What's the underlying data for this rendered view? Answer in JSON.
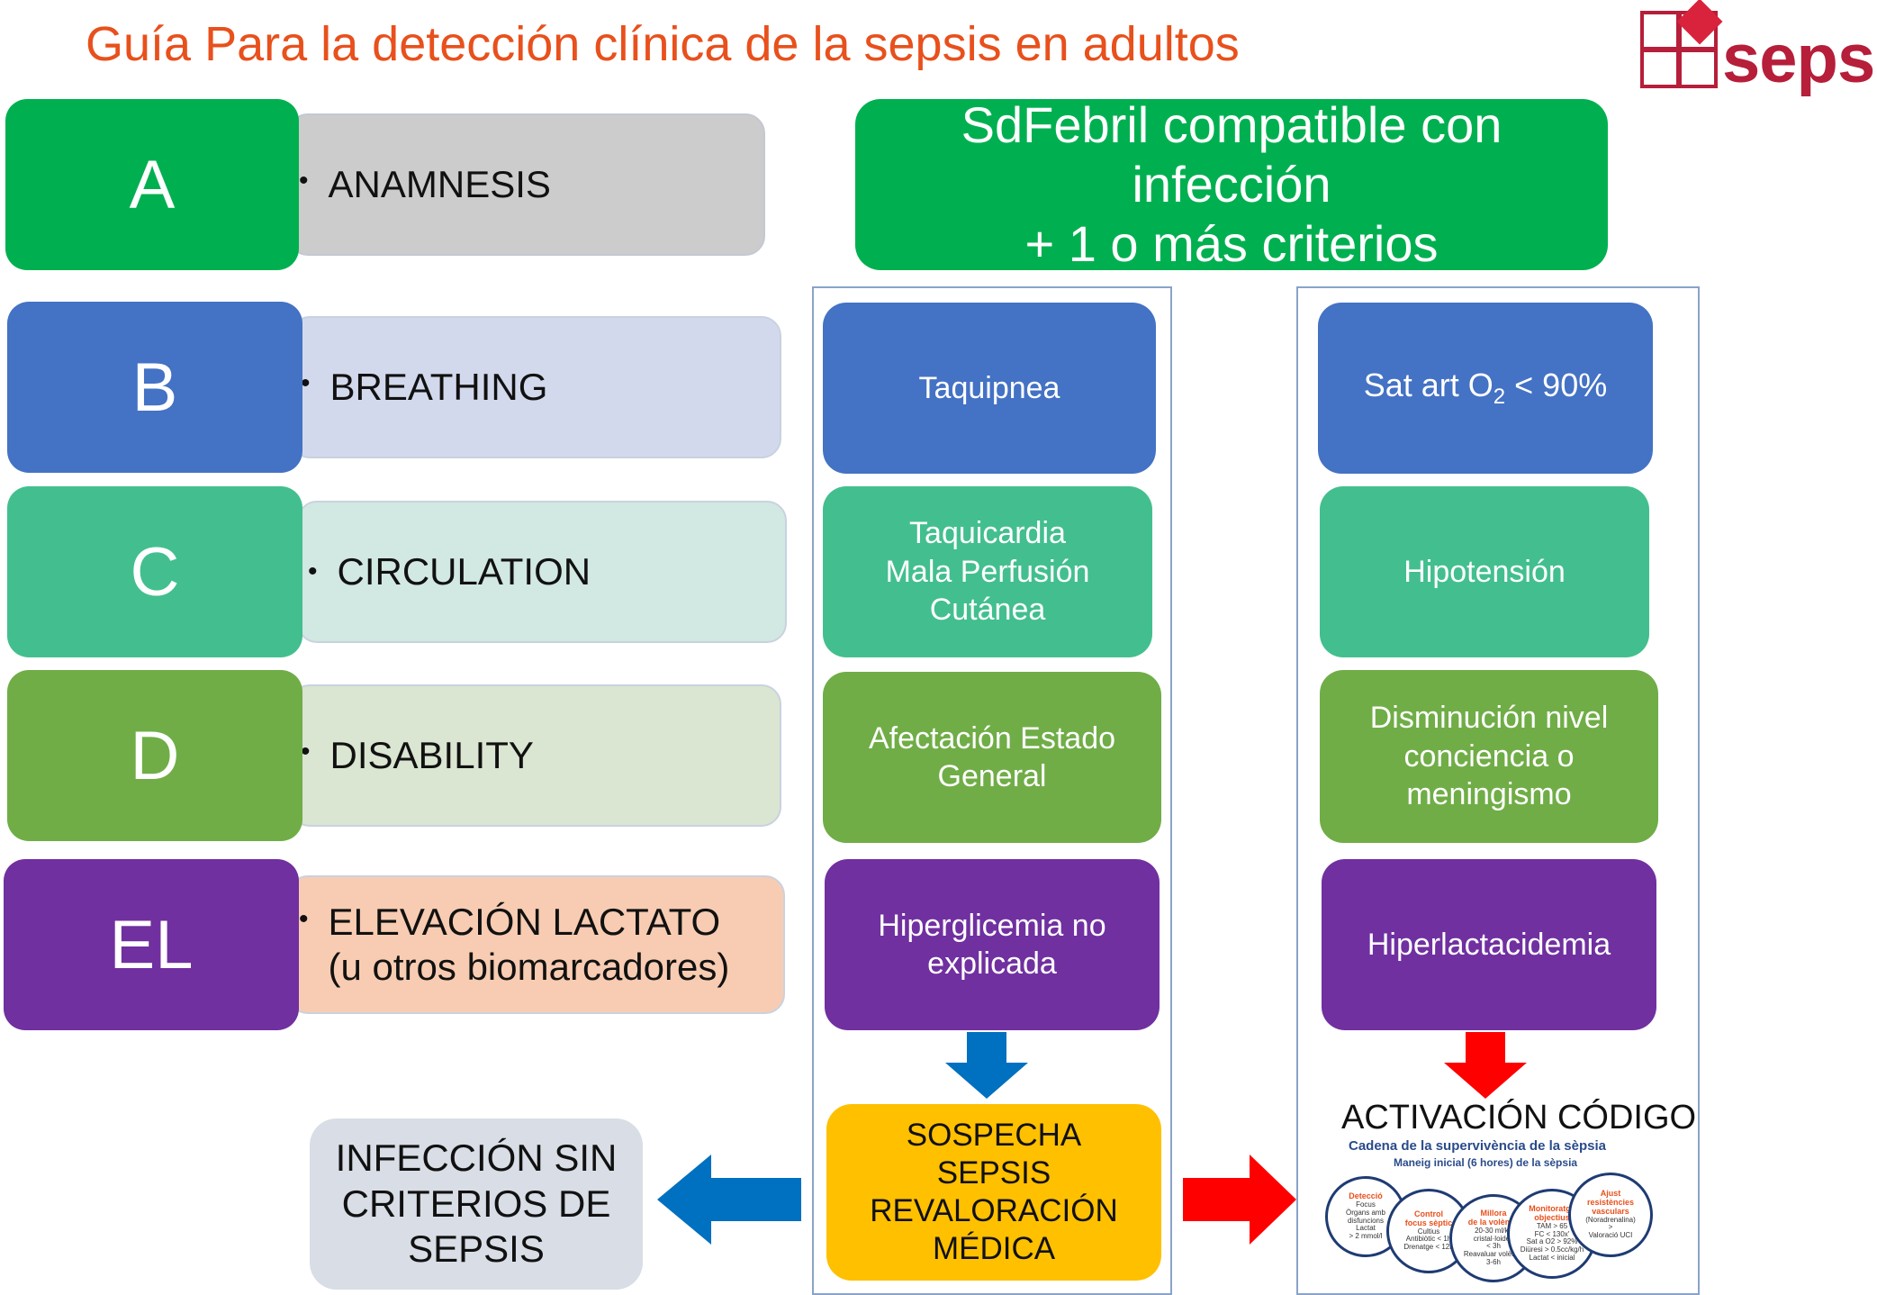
{
  "title": "Guía Para la detección clínica de la sepsis en adultos",
  "logo": {
    "text": "sepsis"
  },
  "abcde": [
    {
      "letter": "A",
      "item": "ANAMNESIS"
    },
    {
      "letter": "B",
      "item": "BREATHING"
    },
    {
      "letter": "C",
      "item": "CIRCULATION"
    },
    {
      "letter": "D",
      "item": "DISABILITY"
    },
    {
      "letter": "EL",
      "item": "ELEVACIÓN LACTATO\n(u otros biomarcadores)"
    }
  ],
  "header_box": "SdFebril compatible con infección\n+ 1 o más criterios",
  "criteria_left": [
    "Taquipnea",
    "Taquicardia\nMala Perfusión\nCutánea",
    "Afectación Estado\nGeneral",
    "Hiperglicemia no\nexplicada"
  ],
  "criteria_right": {
    "sat_prefix": "Sat art O",
    "sat_sub": "2",
    "sat_suffix": " < 90%",
    "items": [
      "Hipotensión",
      "Disminución nivel\nconciencia o\nmeningismo",
      "Hiperlactacidemia"
    ]
  },
  "suspicion": "SOSPECHA\nSEPSIS\nREVALORACIÓN\nMÉDICA",
  "no_criteria": "INFECCIÓN SIN\nCRITERIOS DE\nSEPSIS",
  "activation": {
    "title": "ACTIVACIÓN CÓDIGO",
    "subtitle": "Cadena de la supervivència de la sèpsia",
    "subtitle2": "Maneig inicial (6 hores) de la sèpsia",
    "steps": [
      {
        "head": "Detecció",
        "body": "Focus\nÒrgans amb\ndisfuncions\nLactat\n> 2 mmol/l"
      },
      {
        "head": "Control\nfocus sèptic",
        "body": "Cultius\nAntibiòtic < 1h\nDrenatge < 12h"
      },
      {
        "head": "Millora\nde la volèmia",
        "body": "20-30 ml/kg\ncristal·loides\n< 3h\nReavaluar volèmia\n3-6h"
      },
      {
        "head": "Monitoratge\nobjectius",
        "body": "TAM > 65\nFC < 130x'\nSat a O2 > 92%\nDiüresi > 0.5cc/kg/h\nLactat < inicial"
      },
      {
        "head": "Ajust\nresistències\nvasculars",
        "body": "(Noradrenalina)\n>\nValoració UCI"
      }
    ]
  },
  "colors": {
    "title": "#e8501c",
    "green": "#00b050",
    "blue": "#4472c4",
    "teal": "#43bf8f",
    "olive": "#70ad47",
    "purple": "#7030a0",
    "yellow": "#ffc000",
    "arrow_blue": "#0070c0",
    "arrow_red": "#ff0000",
    "logo_red": "#b61e3a"
  },
  "icons": [
    "arrow-down-blue-icon",
    "arrow-down-red-icon",
    "arrow-left-blue-icon",
    "arrow-right-red-icon"
  ]
}
